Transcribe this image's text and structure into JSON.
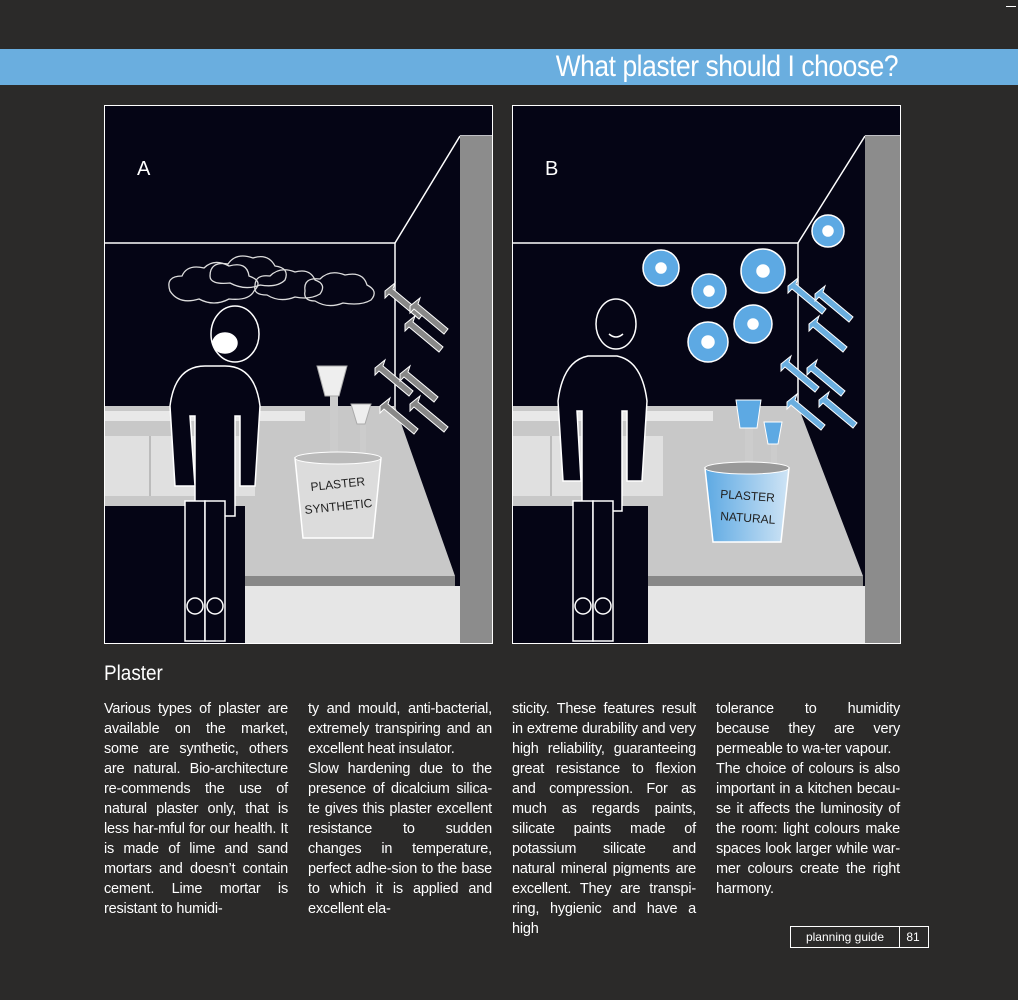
{
  "header": {
    "title": "What plaster should I choose?"
  },
  "panels": [
    {
      "letter": "A",
      "bucket_line1": "PLASTER",
      "bucket_line2": "SYNTHETIC"
    },
    {
      "letter": "B",
      "bucket_line1": "PLASTER",
      "bucket_line2": "NATURAL"
    }
  ],
  "article": {
    "title": "Plaster",
    "columns": [
      "Various types of plaster are available on the market, some are synthetic, others are natural. Bio-architecture re-commends the use of natural plaster only, that is less har-mful for our health. It is made of lime and sand mortars and doesn’t contain cement. Lime mortar is resistant to humidi-",
      "ty and mould, anti-bacterial, extremely transpiring and an excellent heat insulator.\nSlow hardening due to the presence of dicalcium silica-te gives this plaster excellent resistance to sudden changes in temperature, perfect adhe-sion to the base to which it is applied and excellent ela-",
      "sticity.  These features result in extreme durability and very high reliability, guaranteeing great resistance to flexion and compression. For as much as regards paints, silicate paints made of potassium silicate and natural mineral pigments are excellent. They are transpi-ring, hygienic and have a high",
      "tolerance to humidity because they are very permeable to wa-ter vapour.\nThe choice of colours is also important in a kitchen becau-se it affects the luminosity of the room: light colours  make spaces look larger while war-mer colours create the right harmony."
    ]
  },
  "footer": {
    "guide_label": "planning guide",
    "page_number": "81"
  },
  "colors": {
    "accent": "#6aaedf",
    "background": "#2b2a29",
    "panel_bg": "#050515",
    "flower": "#5da9e3"
  },
  "icons": [
    "clouds-icon",
    "flowers-icon",
    "arrows-icon",
    "figure-icon",
    "brush-icon",
    "bucket-icon"
  ]
}
